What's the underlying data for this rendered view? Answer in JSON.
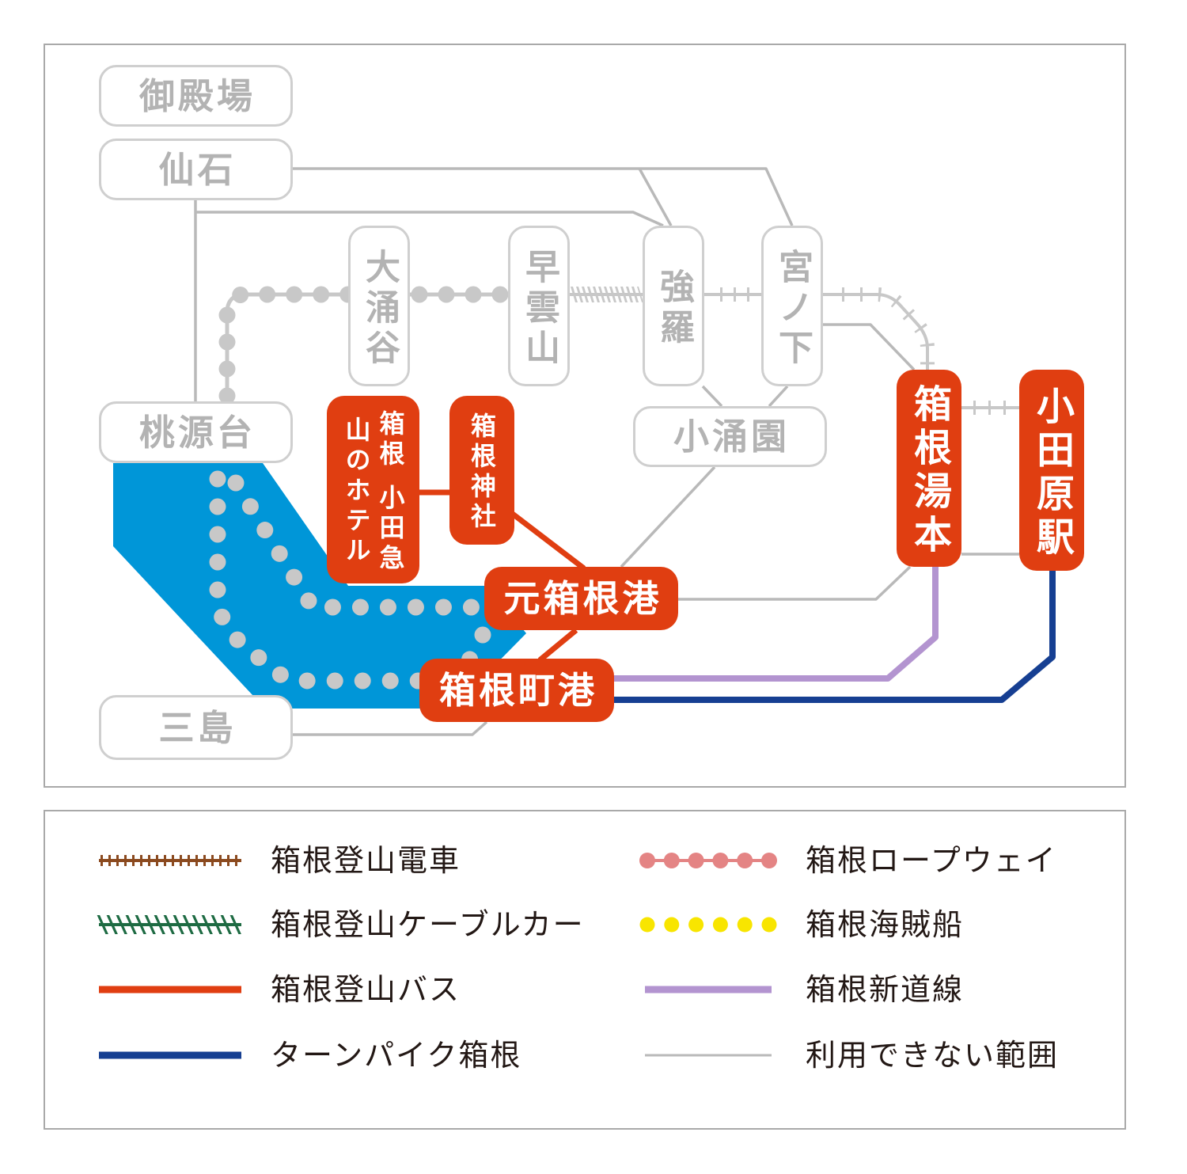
{
  "map": {
    "stations": {
      "gotemba": "御殿場",
      "sengoku": "仙石",
      "togendai": "桃源台",
      "mishima": "三島",
      "owakudani": "大涌谷",
      "sounzan": "早雲山",
      "gora": "強羅",
      "miyanoshita": "宮ノ下",
      "kowakien": "小涌園",
      "hotel_right": "箱根 小田急",
      "hotel_left": "山のホテル",
      "hakone_shrine": "箱根神社",
      "motohakone_port": "元箱根港",
      "hakonemachi_port": "箱根町港",
      "hakone_yumoto": "箱根湯本",
      "odawara_station": "小田原駅"
    }
  },
  "legend": {
    "left": [
      {
        "label": "箱根登山電車",
        "color": "#8b4a1f"
      },
      {
        "label": "箱根登山ケーブルカー",
        "color": "#1e6b43"
      },
      {
        "label": "箱根登山バス",
        "color": "#e03e11"
      },
      {
        "label": "ターンパイク箱根",
        "color": "#163f92"
      }
    ],
    "right": [
      {
        "label": "箱根ロープウェイ",
        "color": "#e48484"
      },
      {
        "label": "箱根海賊船",
        "color": "#f8e500"
      },
      {
        "label": "箱根新道線",
        "color": "#b394d0"
      },
      {
        "label": "利用できない範囲",
        "color": "#b9b9b9"
      }
    ]
  },
  "colors": {
    "lake": "#0096d8",
    "available_station": "#e03e11",
    "unavailable_station_text": "#b3b3b3",
    "unavailable_station_border": "#cfcfcf",
    "unavailable_dots": "#c8c8c8",
    "frame_border": "#a9a9a9"
  }
}
